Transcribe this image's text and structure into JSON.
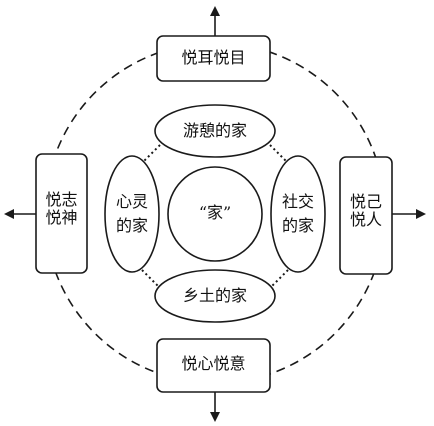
{
  "labels": {
    "top_box": "悦耳悦目",
    "bottom_box": "悦心悦意",
    "left_box_line1": "悦志",
    "left_box_line2": "悦神",
    "right_box_line1": "悦己",
    "right_box_line2": "悦人",
    "center": "“家”",
    "top_ellipse": "游憩的家",
    "bottom_ellipse": "乡土的家",
    "left_ellipse_line1": "心灵",
    "left_ellipse_line2": "的家",
    "right_ellipse_line1": "社交",
    "right_ellipse_line2": "的家"
  },
  "colors": {
    "stroke": "#1a1a1a",
    "fill": "#ffffff"
  }
}
